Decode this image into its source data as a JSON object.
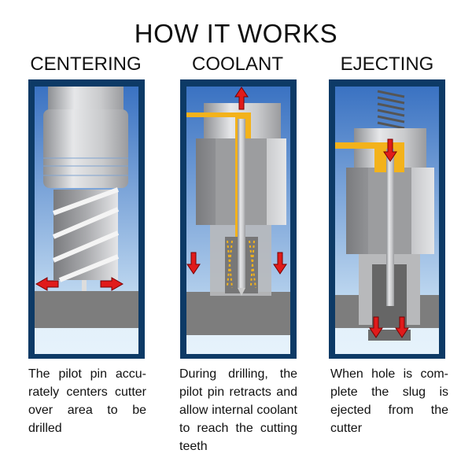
{
  "title": "HOW IT WORKS",
  "steps": [
    {
      "heading": "CENTERING",
      "caption": "The pilot pin accu-rately centers cutter over area to be drilled"
    },
    {
      "heading": "COOLANT",
      "caption": "During drilling, the pilot pin retracts and allow internal coolant to reach the cutting teeth"
    },
    {
      "heading": "EJECTING",
      "caption": "When hole is com-plete the slug is ejected from the cutter"
    }
  ],
  "colors": {
    "frame": "#0d3a66",
    "sky_top": "#3f79c6",
    "sky_bottom": "#b7d3ee",
    "workpiece": "#7d7d7d",
    "arrow": "#e01b1b",
    "coolant": "#f3b21b"
  }
}
